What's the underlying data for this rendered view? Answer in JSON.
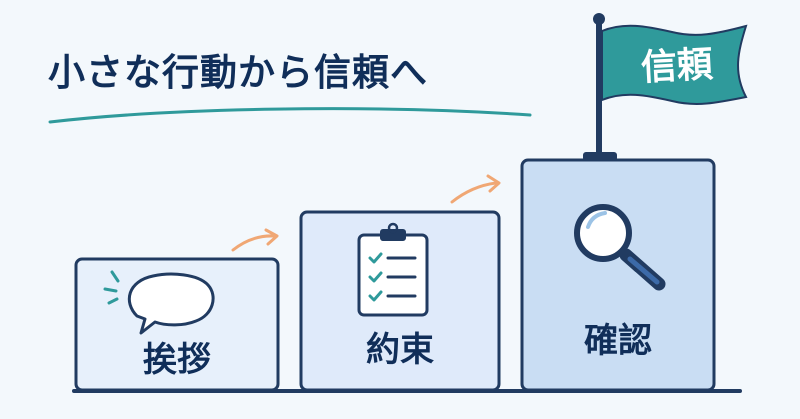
{
  "headline": "小さな行動から信頼へ",
  "flag": {
    "label": "信頼",
    "color": "#2f9a9b"
  },
  "steps": [
    {
      "label": "挨拶",
      "icon": "speech-bubble-icon"
    },
    {
      "label": "約束",
      "icon": "clipboard-checklist-icon"
    },
    {
      "label": "確認",
      "icon": "magnifying-glass-icon"
    }
  ],
  "colors": {
    "text": "#102e59",
    "box_fill_light": "#e7f0fb",
    "box_fill_tall": "#c9ddf3",
    "box_border": "#213b61",
    "arrow": "#f0a774",
    "accent_teal": "#2f9a9b",
    "background": "#f3f8fc"
  }
}
